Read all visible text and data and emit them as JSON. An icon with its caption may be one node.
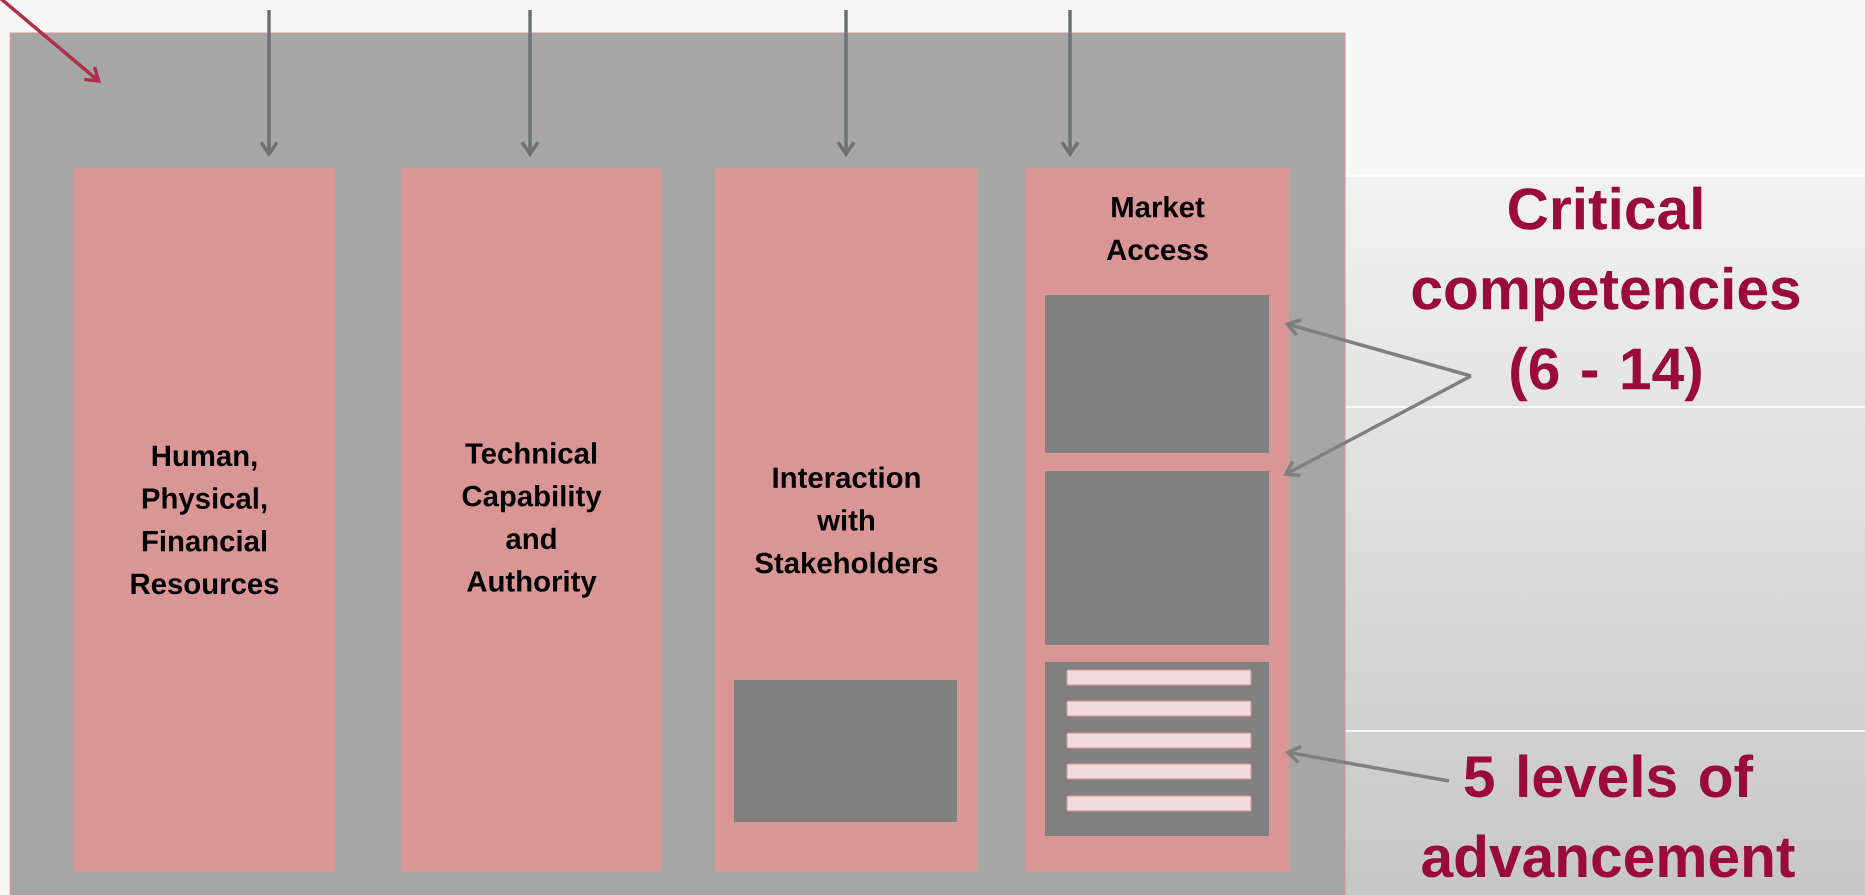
{
  "diagram": {
    "nodes": [
      {
        "text": [],
        "shape": "box"
      },
      {
        "text": [
          "Human, Physical, Financial Resources"
        ],
        "in": 0
      },
      {
        "text": [
          "Technical Capability and Authority"
        ],
        "in": 0
      },
      {
        "text": [
          "Interaction with Stakeholders"
        ],
        "in": 0
      },
      {
        "text": [
          "Market Access"
        ],
        "in": 0
      },
      {
        "text": [],
        "shape": "box",
        "in": 3
      },
      {
        "text": [],
        "shape": "box",
        "in": 4
      },
      {
        "text": [],
        "shape": "box",
        "in": 4
      },
      {
        "text": [],
        "shape": "box",
        "in": 4
      },
      {
        "text": [],
        "shape": "bar",
        "in": 8
      },
      {
        "text": [],
        "shape": "bar",
        "in": 8
      },
      {
        "text": [],
        "shape": "bar",
        "in": 8
      },
      {
        "text": [],
        "shape": "bar",
        "in": 8
      },
      {
        "text": [],
        "shape": "bar",
        "in": 8
      },
      {
        "text": [
          "Critical competencies (6 - 14)"
        ]
      },
      {
        "text": [
          "5 levels of advancement"
        ]
      }
    ],
    "edges": [
      {
        "from": null,
        "to": 0,
        "arrow": "to",
        "color": "#b0304a"
      },
      {
        "from": null,
        "to": 1,
        "arrow": "to"
      },
      {
        "from": null,
        "to": 2,
        "arrow": "to"
      },
      {
        "from": null,
        "to": 3,
        "arrow": "to"
      },
      {
        "from": null,
        "to": 4,
        "arrow": "to"
      },
      {
        "from": 14,
        "to": 6,
        "arrow": "to"
      },
      {
        "from": 14,
        "to": 7,
        "arrow": "to"
      },
      {
        "from": 15,
        "to": 8,
        "arrow": "to"
      }
    ]
  }
}
